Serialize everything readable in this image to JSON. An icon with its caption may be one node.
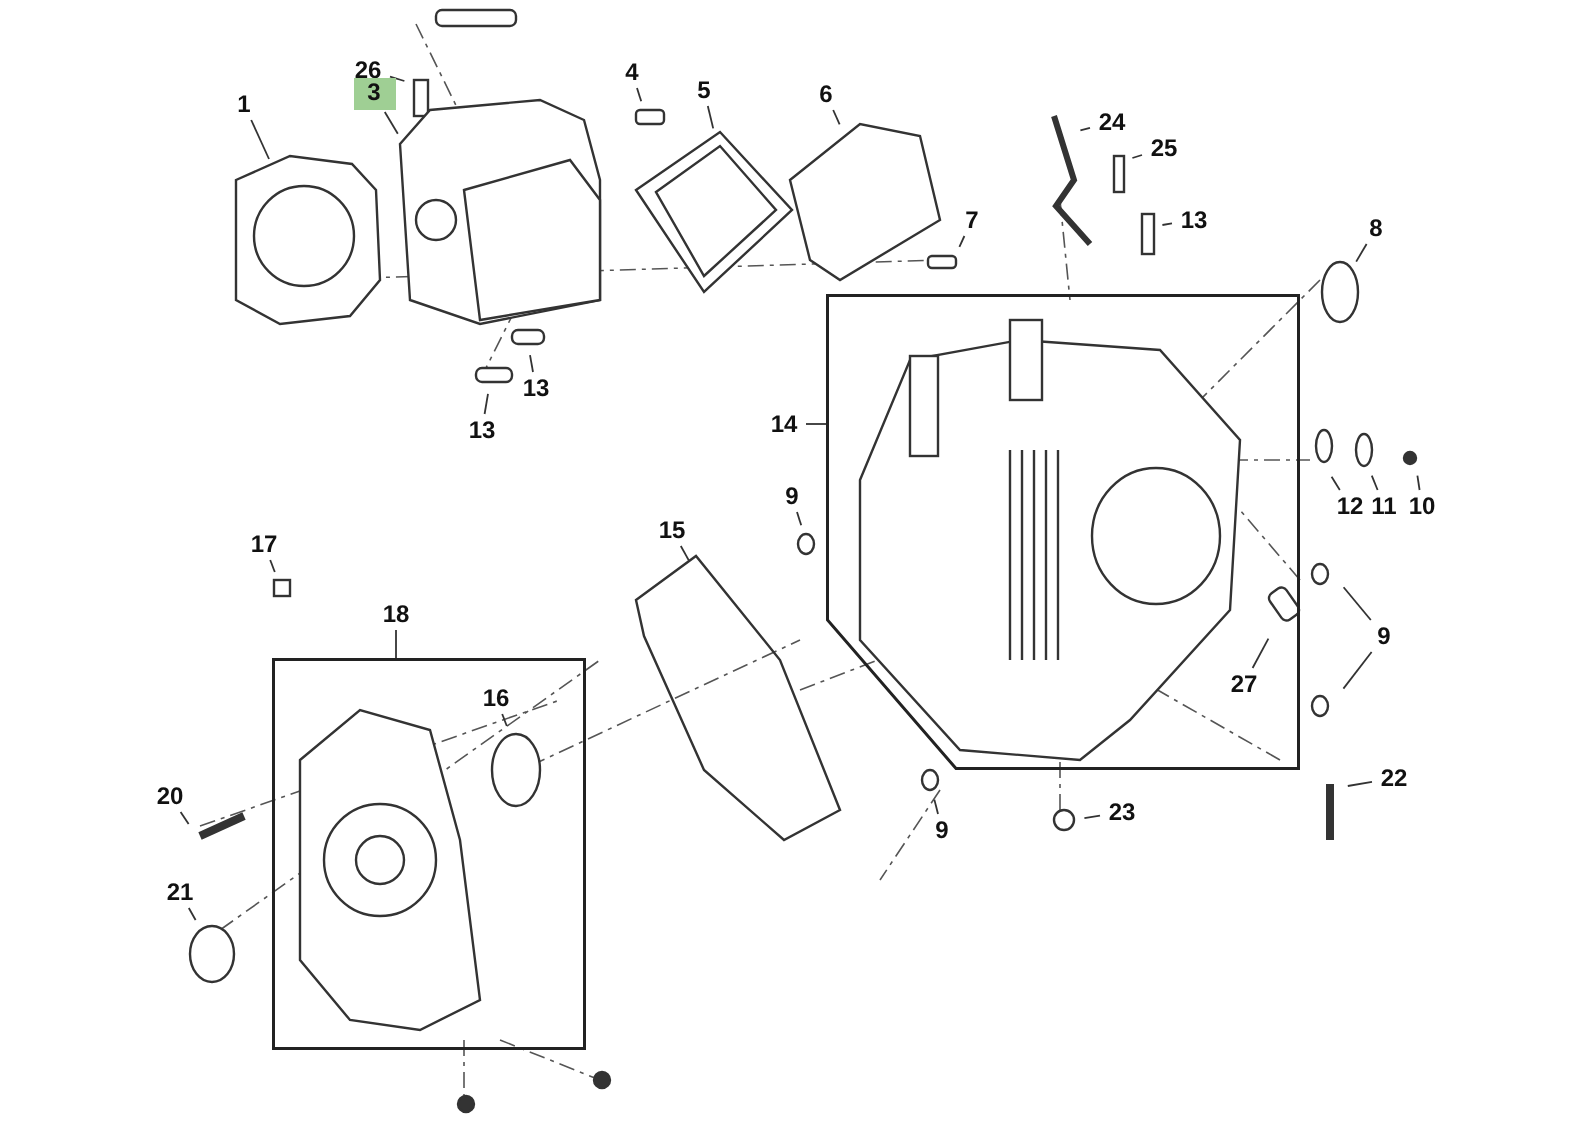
{
  "diagram": {
    "nodes": [
      {
        "text": [],
        "shape": "box"
      },
      {
        "text": [],
        "shape": "box"
      },
      {
        "text": [
          "1"
        ]
      },
      {
        "text": [
          "26"
        ]
      },
      {
        "text": [
          "3"
        ]
      },
      {
        "text": [
          "4"
        ]
      },
      {
        "text": [
          "5"
        ]
      },
      {
        "text": [
          "6"
        ]
      },
      {
        "text": [
          "7"
        ]
      },
      {
        "text": [
          "13"
        ]
      },
      {
        "text": [
          "13"
        ]
      },
      {
        "text": [
          "24"
        ]
      },
      {
        "text": [
          "25"
        ]
      },
      {
        "text": [
          "13"
        ]
      },
      {
        "text": [
          "8"
        ]
      },
      {
        "text": [
          "14"
        ]
      },
      {
        "text": [
          "9"
        ]
      },
      {
        "text": [
          "12"
        ]
      },
      {
        "text": [
          "11"
        ]
      },
      {
        "text": [
          "10"
        ]
      },
      {
        "text": [
          "9"
        ]
      },
      {
        "text": [
          "15"
        ]
      },
      {
        "text": [
          "17"
        ]
      },
      {
        "text": [
          "18"
        ]
      },
      {
        "text": [
          "16"
        ],
        "in": 1
      },
      {
        "text": [
          "27"
        ],
        "in": 0
      },
      {
        "text": [
          "20"
        ]
      },
      {
        "text": [
          "21"
        ]
      },
      {
        "text": [
          "22"
        ]
      },
      {
        "text": [
          "9"
        ]
      },
      {
        "text": [
          "23"
        ]
      }
    ],
    "edges": [
      {
        "from": 2,
        "to": null,
        "arrow": "none"
      },
      {
        "from": 3,
        "to": null,
        "arrow": "none"
      },
      {
        "from": 4,
        "to": null,
        "arrow": "none"
      },
      {
        "from": 5,
        "to": null,
        "arrow": "none"
      },
      {
        "from": 6,
        "to": null,
        "arrow": "none"
      },
      {
        "from": 7,
        "to": null,
        "arrow": "none"
      },
      {
        "from": 8,
        "to": null,
        "arrow": "none"
      },
      {
        "from": 9,
        "to": null,
        "arrow": "none"
      },
      {
        "from": 10,
        "to": null,
        "arrow": "none"
      },
      {
        "from": 11,
        "to": null,
        "arrow": "none"
      },
      {
        "from": 12,
        "to": null,
        "arrow": "none"
      },
      {
        "from": 13,
        "to": null,
        "arrow": "none"
      },
      {
        "from": 14,
        "to": null,
        "arrow": "none"
      },
      {
        "from": 15,
        "to": 0,
        "arrow": "none"
      },
      {
        "from": 16,
        "to": null,
        "arrow": "none"
      },
      {
        "from": 17,
        "to": null,
        "arrow": "none"
      },
      {
        "from": 18,
        "to": null,
        "arrow": "none"
      },
      {
        "from": 19,
        "to": null,
        "arrow": "none"
      },
      {
        "from": 20,
        "to": null,
        "arrow": "none"
      },
      {
        "from": 20,
        "to": null,
        "arrow": "none"
      },
      {
        "from": 21,
        "to": null,
        "arrow": "none"
      },
      {
        "from": 22,
        "to": null,
        "arrow": "none"
      },
      {
        "from": 23,
        "to": 1,
        "arrow": "none"
      },
      {
        "from": 24,
        "to": null,
        "arrow": "none"
      },
      {
        "from": 25,
        "to": null,
        "arrow": "none"
      },
      {
        "from": 26,
        "to": null,
        "arrow": "none"
      },
      {
        "from": 27,
        "to": null,
        "arrow": "none"
      },
      {
        "from": 28,
        "to": null,
        "arrow": "none"
      },
      {
        "from": 29,
        "to": null,
        "arrow": "none"
      },
      {
        "from": 30,
        "to": null,
        "arrow": "none"
      }
    ]
  }
}
